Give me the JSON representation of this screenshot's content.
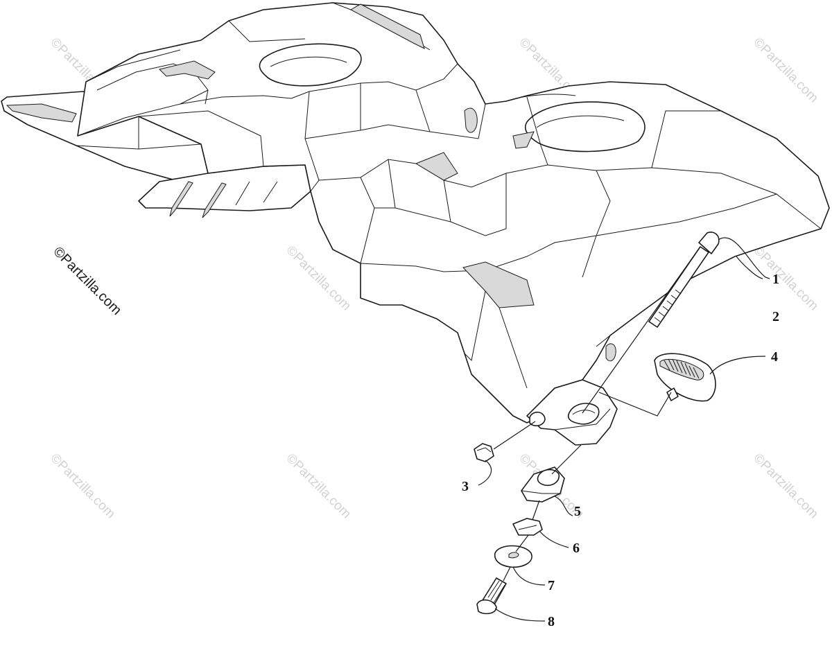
{
  "watermark": {
    "text": "©Partzilla.com",
    "color": "#d2d2d2",
    "main_color": "#1a1a1a"
  },
  "callouts": [
    {
      "label": "1"
    },
    {
      "label": "2"
    },
    {
      "label": "3"
    },
    {
      "label": "4"
    },
    {
      "label": "5"
    },
    {
      "label": "6"
    },
    {
      "label": "7"
    },
    {
      "label": "8"
    }
  ]
}
